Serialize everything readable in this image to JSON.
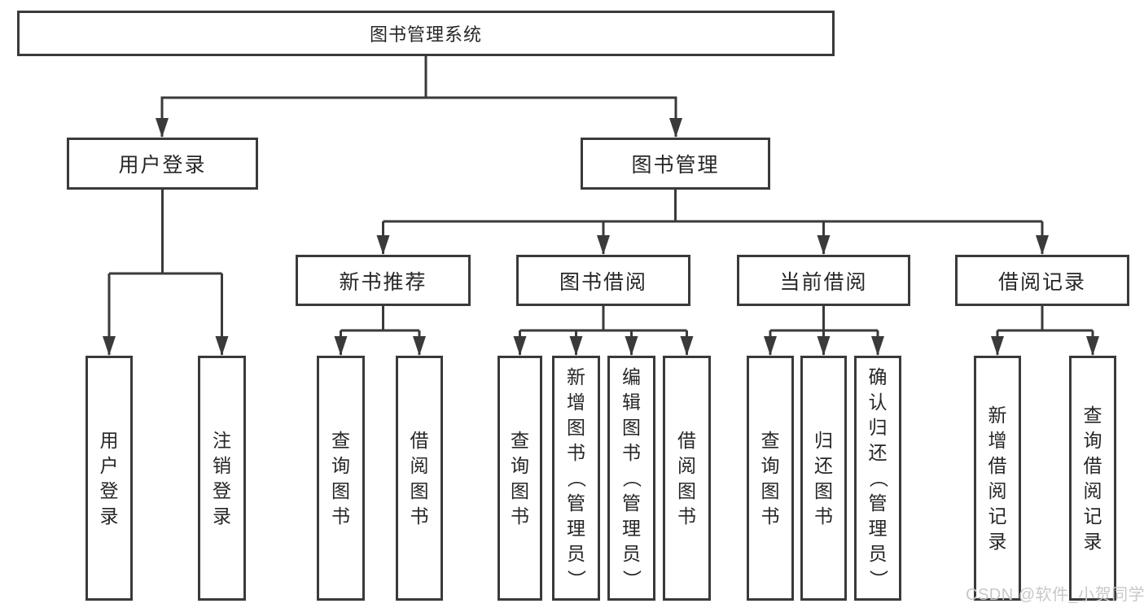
{
  "diagram": {
    "root": {
      "label": "图书管理系统"
    },
    "branches": [
      {
        "label": "用户登录",
        "children": [
          {
            "label": "用户登录"
          },
          {
            "label": "注销登录"
          }
        ]
      },
      {
        "label": "图书管理",
        "children": [
          {
            "label": "新书推荐",
            "children": [
              {
                "label": "查询图书"
              },
              {
                "label": "借阅图书"
              }
            ]
          },
          {
            "label": "图书借阅",
            "children": [
              {
                "label": "查询图书"
              },
              {
                "label": "新增图书（管理员）"
              },
              {
                "label": "编辑图书（管理员）"
              },
              {
                "label": "借阅图书"
              }
            ]
          },
          {
            "label": "当前借阅",
            "children": [
              {
                "label": "查询图书"
              },
              {
                "label": "归还图书"
              },
              {
                "label": "确认归还（管理员）"
              }
            ]
          },
          {
            "label": "借阅记录",
            "children": [
              {
                "label": "新增借阅记录"
              },
              {
                "label": "查询借阅记录"
              }
            ]
          }
        ]
      }
    ]
  },
  "watermark": {
    "text": "CSDN @软件_小贺同学"
  },
  "colors": {
    "line": "#3a3a3a",
    "text": "#262626",
    "watermark": "#c8c8c8",
    "background": "#ffffff"
  }
}
